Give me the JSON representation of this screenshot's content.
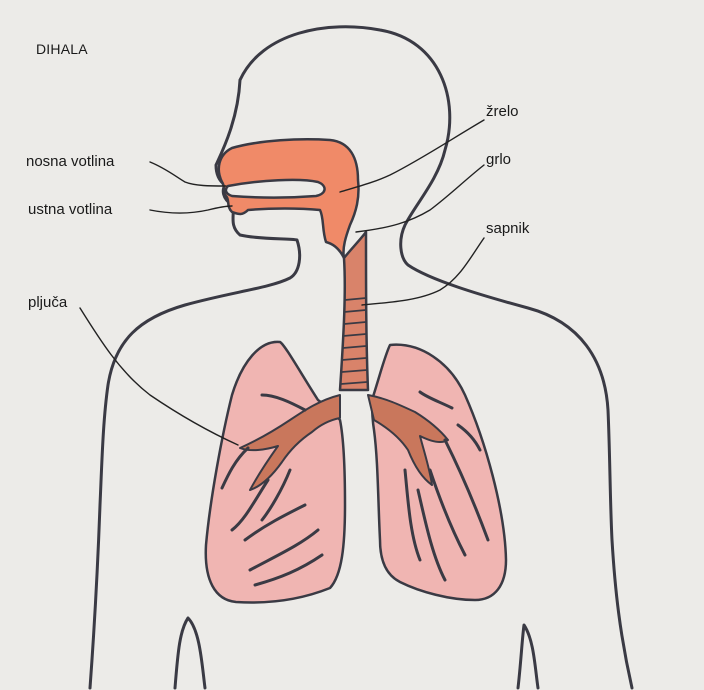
{
  "title": "DIHALA",
  "labels": {
    "zrelo": "žrelo",
    "grlo": "grlo",
    "nosna_votlina": "nosna votlina",
    "ustna_votlina": "ustna votlina",
    "sapnik": "sapnik",
    "pljuca": "pljuča"
  },
  "colors": {
    "background": "#ecebe8",
    "outline": "#3a3a44",
    "airway": "#f08a68",
    "trachea": "#d9836a",
    "lung": "#f0b5b2",
    "bronchi": "#c9775c",
    "pointer": "#222222"
  }
}
